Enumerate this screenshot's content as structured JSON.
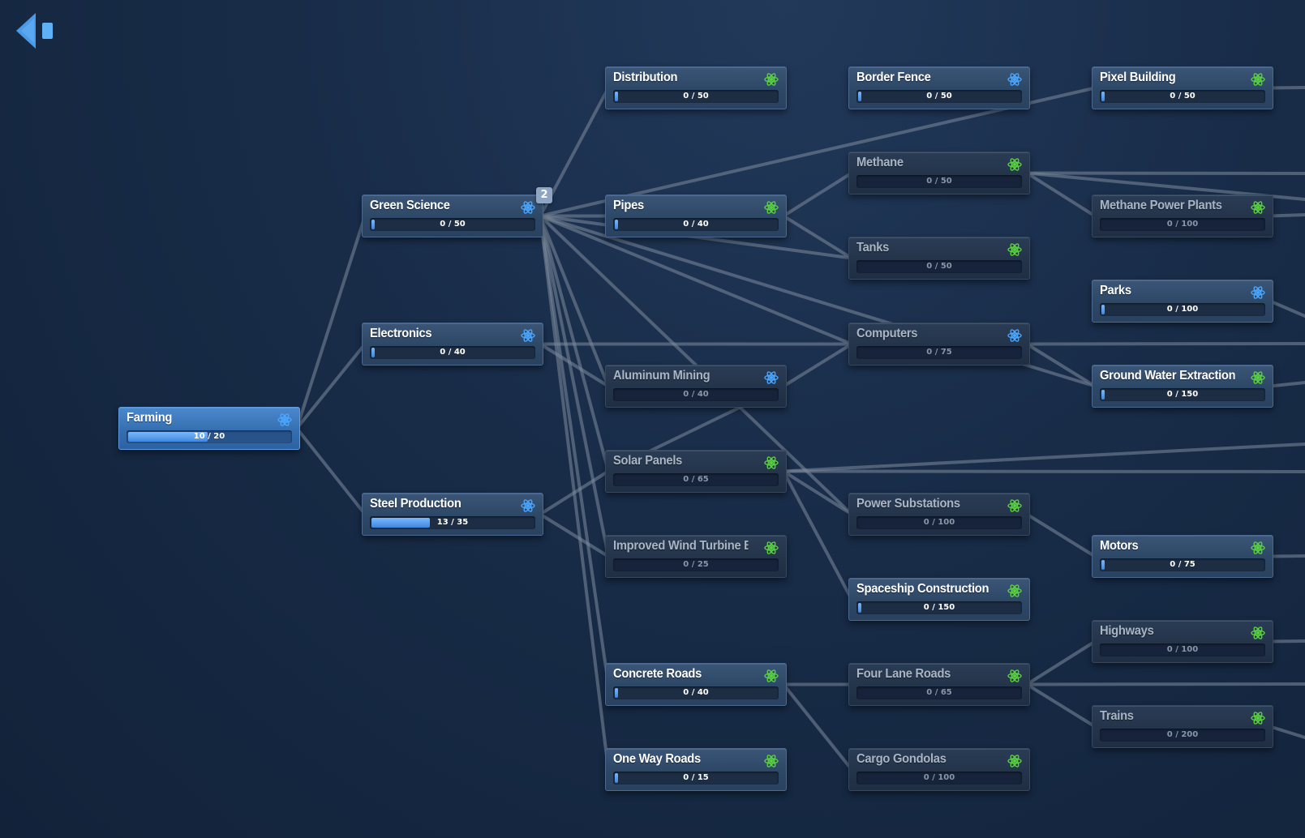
{
  "toolbar": {
    "back_icon": "back-arrow-icon"
  },
  "colors": {
    "blue_science": "#4aa6ff",
    "green_science": "#59d23e",
    "bar_fill": "#4a8fe0"
  },
  "nodes": [
    {
      "id": "farming",
      "name": "Farming",
      "progress": "10 / 20",
      "fill": 0.5,
      "science": "blue",
      "state": "active"
    },
    {
      "id": "green-science",
      "name": "Green Science",
      "progress": "0 / 50",
      "fill": 0,
      "science": "blue",
      "state": "available",
      "badge": "2"
    },
    {
      "id": "electronics",
      "name": "Electronics",
      "progress": "0 / 40",
      "fill": 0,
      "science": "blue",
      "state": "available"
    },
    {
      "id": "steel-production",
      "name": "Steel Production",
      "progress": "13 / 35",
      "fill": 0.371,
      "science": "blue",
      "state": "available"
    },
    {
      "id": "distribution",
      "name": "Distribution",
      "progress": "0 / 50",
      "fill": 0,
      "science": "green",
      "state": "available"
    },
    {
      "id": "pipes",
      "name": "Pipes",
      "progress": "0 / 40",
      "fill": 0,
      "science": "green",
      "state": "available"
    },
    {
      "id": "aluminum-mining",
      "name": "Aluminum Mining",
      "progress": "0 / 40",
      "fill": 0,
      "science": "blue",
      "state": "locked"
    },
    {
      "id": "solar-panels",
      "name": "Solar Panels",
      "progress": "0 / 65",
      "fill": 0,
      "science": "green",
      "state": "locked"
    },
    {
      "id": "improved-wind-turbine-blades",
      "name": "Improved Wind Turbine Blades",
      "progress": "0 / 25",
      "fill": 0,
      "science": "green",
      "state": "locked"
    },
    {
      "id": "concrete-roads",
      "name": "Concrete Roads",
      "progress": "0 / 40",
      "fill": 0,
      "science": "green",
      "state": "available"
    },
    {
      "id": "one-way-roads",
      "name": "One Way Roads",
      "progress": "0 / 15",
      "fill": 0,
      "science": "green",
      "state": "available"
    },
    {
      "id": "border-fence",
      "name": "Border Fence",
      "progress": "0 / 50",
      "fill": 0,
      "science": "blue",
      "state": "available"
    },
    {
      "id": "methane",
      "name": "Methane",
      "progress": "0 / 50",
      "fill": 0,
      "science": "green",
      "state": "locked"
    },
    {
      "id": "tanks",
      "name": "Tanks",
      "progress": "0 / 50",
      "fill": 0,
      "science": "green",
      "state": "locked"
    },
    {
      "id": "computers",
      "name": "Computers",
      "progress": "0 / 75",
      "fill": 0,
      "science": "blue",
      "state": "locked"
    },
    {
      "id": "power-substations",
      "name": "Power Substations",
      "progress": "0 / 100",
      "fill": 0,
      "science": "green",
      "state": "locked"
    },
    {
      "id": "spaceship-construction",
      "name": "Spaceship Construction",
      "progress": "0 / 150",
      "fill": 0,
      "science": "green",
      "state": "available"
    },
    {
      "id": "four-lane-roads",
      "name": "Four Lane Roads",
      "progress": "0 / 65",
      "fill": 0,
      "science": "green",
      "state": "locked"
    },
    {
      "id": "cargo-gondolas",
      "name": "Cargo Gondolas",
      "progress": "0 / 100",
      "fill": 0,
      "science": "green",
      "state": "locked"
    },
    {
      "id": "pixel-building",
      "name": "Pixel Building",
      "progress": "0 / 50",
      "fill": 0,
      "science": "green",
      "state": "available"
    },
    {
      "id": "methane-power-plants",
      "name": "Methane Power Plants",
      "progress": "0 / 100",
      "fill": 0,
      "science": "green",
      "state": "locked"
    },
    {
      "id": "parks",
      "name": "Parks",
      "progress": "0 / 100",
      "fill": 0,
      "science": "blue",
      "state": "available"
    },
    {
      "id": "ground-water-extraction",
      "name": "Ground Water Extraction",
      "progress": "0 / 150",
      "fill": 0,
      "science": "green",
      "state": "available"
    },
    {
      "id": "motors",
      "name": "Motors",
      "progress": "0 / 75",
      "fill": 0,
      "science": "green",
      "state": "available"
    },
    {
      "id": "highways",
      "name": "Highways",
      "progress": "0 / 100",
      "fill": 0,
      "science": "green",
      "state": "locked"
    },
    {
      "id": "trains",
      "name": "Trains",
      "progress": "0 / 200",
      "fill": 0,
      "science": "green",
      "state": "locked"
    }
  ]
}
